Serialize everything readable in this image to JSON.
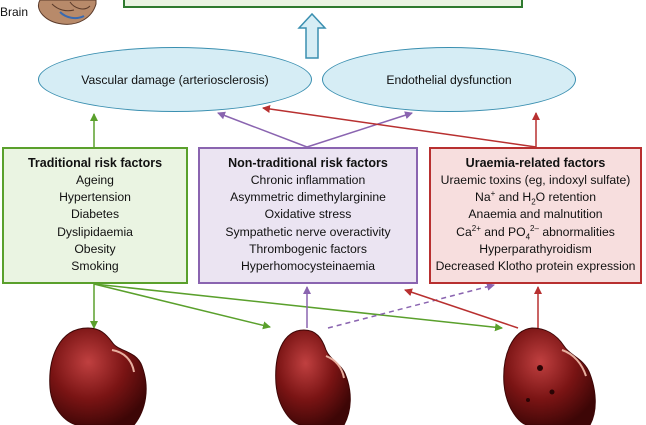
{
  "brain_label": "Brain",
  "ovals": {
    "vascular": "Vascular damage (arteriosclerosis)",
    "endothelial": "Endothelial dysfunction"
  },
  "traditional": {
    "title": "Traditional risk factors",
    "items": [
      "Ageing",
      "Hypertension",
      "Diabetes",
      "Dyslipidaemia",
      "Obesity",
      "Smoking"
    ]
  },
  "nontraditional": {
    "title": "Non-traditional risk factors",
    "items": [
      "Chronic inflammation",
      "Asymmetric dimethylarginine",
      "Oxidative stress",
      "Sympathetic nerve overactivity",
      "Thrombogenic factors",
      "Hyperhomocysteinaemia"
    ]
  },
  "uraemia": {
    "title": "Uraemia-related factors",
    "item1": "Uraemic toxins (eg, indoxyl sulfate)",
    "item2": {
      "na": "Na",
      "plus": "+",
      "and": " and H",
      "sub2": "2",
      "o": "O retention"
    },
    "item3": "Anaemia and malnutition",
    "item4": {
      "ca": "Ca",
      "sup": "2+",
      "and": " and PO",
      "sub": "4",
      "sup2": "2–",
      "rest": " abnormalities"
    },
    "item5": "Hyperparathyroidism",
    "item6": "Decreased Klotho protein expression"
  },
  "colors": {
    "green": "#5aa02c",
    "purple": "#8a64b0",
    "red": "#b83030",
    "oval_border": "#3a8fb0",
    "oval_fill": "#d6edf5",
    "kidney": "#7a1414"
  }
}
